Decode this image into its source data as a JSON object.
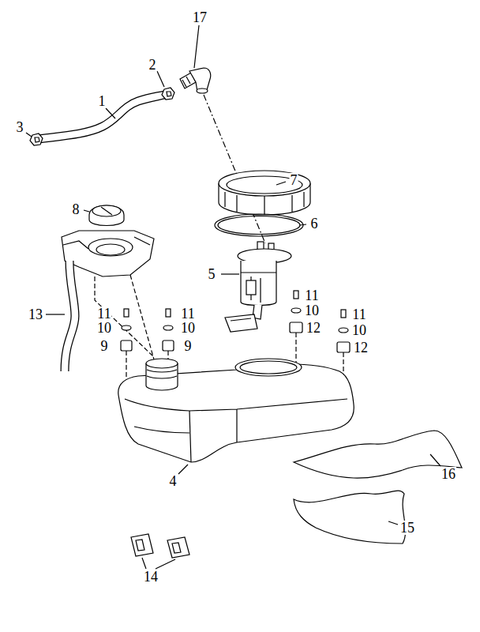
{
  "diagram": {
    "labels": [
      "17",
      "2",
      "1",
      "3",
      "7",
      "6",
      "8",
      "5",
      "11",
      "11",
      "13",
      "11",
      "11",
      "10",
      "10",
      "10",
      "10",
      "9",
      "12",
      "9",
      "12",
      "4",
      "16",
      "15",
      "14"
    ]
  }
}
